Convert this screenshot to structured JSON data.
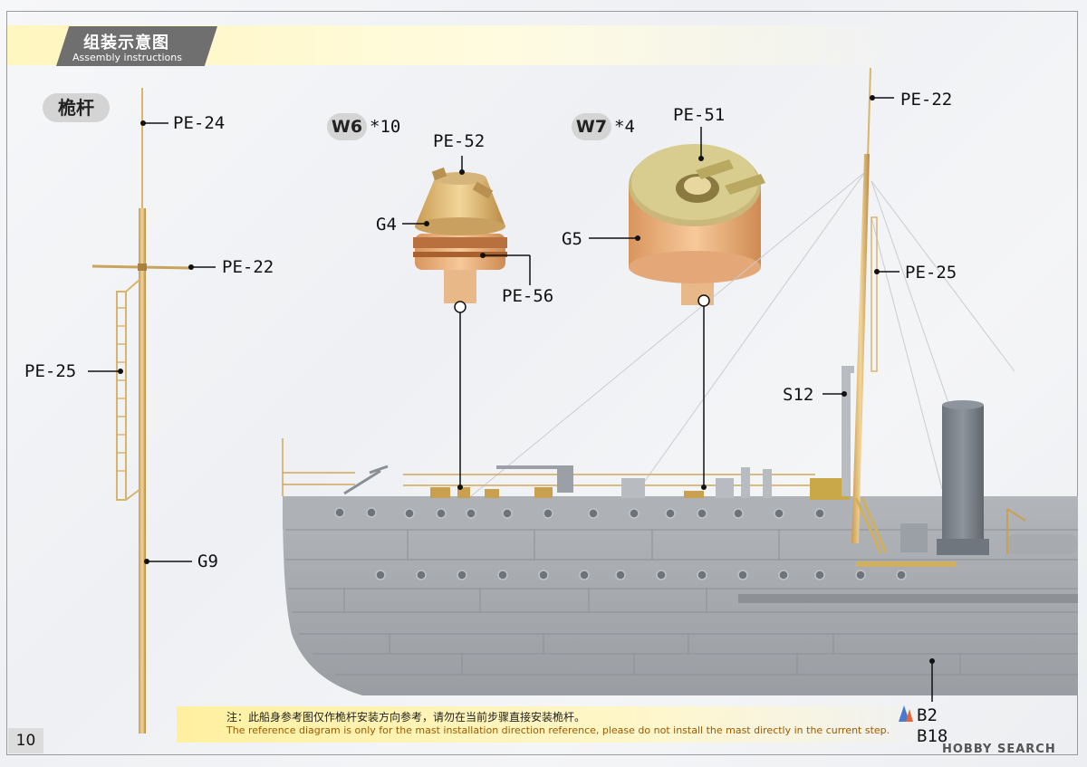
{
  "header": {
    "title_zh": "组装示意图",
    "title_en": "Assembly instructions"
  },
  "mast_section": {
    "label": "桅杆",
    "callouts": {
      "top": "PE-24",
      "yard": "PE-22",
      "ladder": "PE-25",
      "pole": "G9"
    }
  },
  "w6": {
    "code": "W6",
    "qty": "*10",
    "callouts": {
      "top": "PE-52",
      "body": "G4",
      "base": "PE-56"
    }
  },
  "w7": {
    "code": "W7",
    "qty": "*4",
    "callouts": {
      "top": "PE-51",
      "body": "G5"
    }
  },
  "ship": {
    "callouts": {
      "mast_top": "PE-22",
      "mast_ladder": "PE-25",
      "pipe": "S12",
      "hull_1": "B2",
      "hull_2": "B18"
    }
  },
  "notice": {
    "zh": "注：此船身参考图仅作桅杆安装方向参考，请勿在当前步骤直接安装桅杆。",
    "en": "The reference diagram is only for the mast installation direction reference, please do not install the mast directly in the current step."
  },
  "page_number": "10",
  "watermark": "HOBBY SEARCH",
  "colors": {
    "hull": "#a3a6ab",
    "brass": "#e3c07a",
    "copper": "#e0a070",
    "accent_yellow": "#f3c400"
  },
  "icons": {
    "warning": "warning-triangle-icon",
    "bullet": "callout-dot-icon"
  }
}
